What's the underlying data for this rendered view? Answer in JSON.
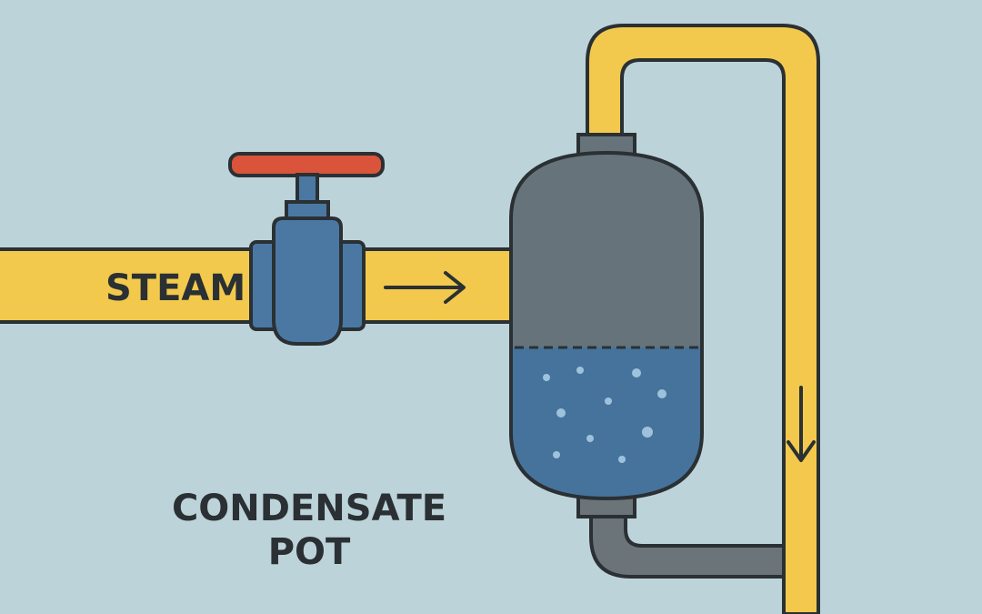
{
  "labels": {
    "inlet": "STEAM",
    "title_line1": "CONDENSATE",
    "title_line2": "POT"
  },
  "colors": {
    "background": "#bdd3da",
    "pipe": "#f2c94c",
    "outline": "#2a3033",
    "valve": "#4b78a3",
    "handwheel": "#d9543a",
    "vessel_vapor": "#66737b",
    "vessel_liquid": "#46739c",
    "drain_pipe": "#6b7479",
    "bubble": "#9fc2dc"
  },
  "icons": {
    "valve": "gate-valve-icon",
    "flow_arrow_right": "arrow-right-icon",
    "flow_arrow_down": "arrow-down-icon"
  }
}
